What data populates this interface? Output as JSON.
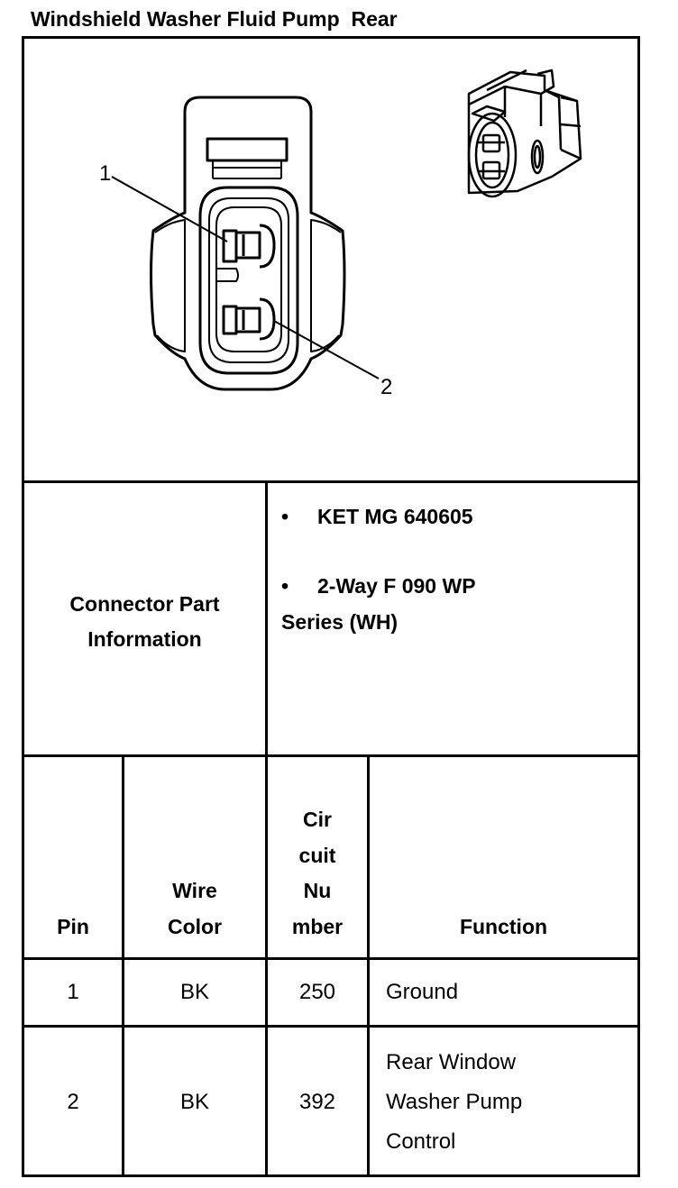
{
  "title": "Windshield Washer Fluid Pump  Rear",
  "diagram": {
    "callouts": [
      "1",
      "2"
    ]
  },
  "connector_info": {
    "label_line1": "Connector Part",
    "label_line2": "Information",
    "bullet_glyph": "•",
    "bullet1": "KET MG 640605",
    "bullet2_line1": "2-Way F 090 WP",
    "bullet2_line2": "Series (WH)"
  },
  "pin_table": {
    "headers": {
      "pin": "Pin",
      "wire_color_line1": "Wire",
      "wire_color_line2": "Color",
      "circuit_line1": "Cir",
      "circuit_line2": "cuit",
      "circuit_line3": "Nu",
      "circuit_line4": "mber",
      "function": "Function"
    },
    "rows": [
      {
        "pin": "1",
        "wire_color": "BK",
        "circuit": "250",
        "function_lines": [
          "Ground"
        ]
      },
      {
        "pin": "2",
        "wire_color": "BK",
        "circuit": "392",
        "function_lines": [
          "Rear Window",
          "Washer Pump",
          "Control"
        ]
      }
    ]
  }
}
